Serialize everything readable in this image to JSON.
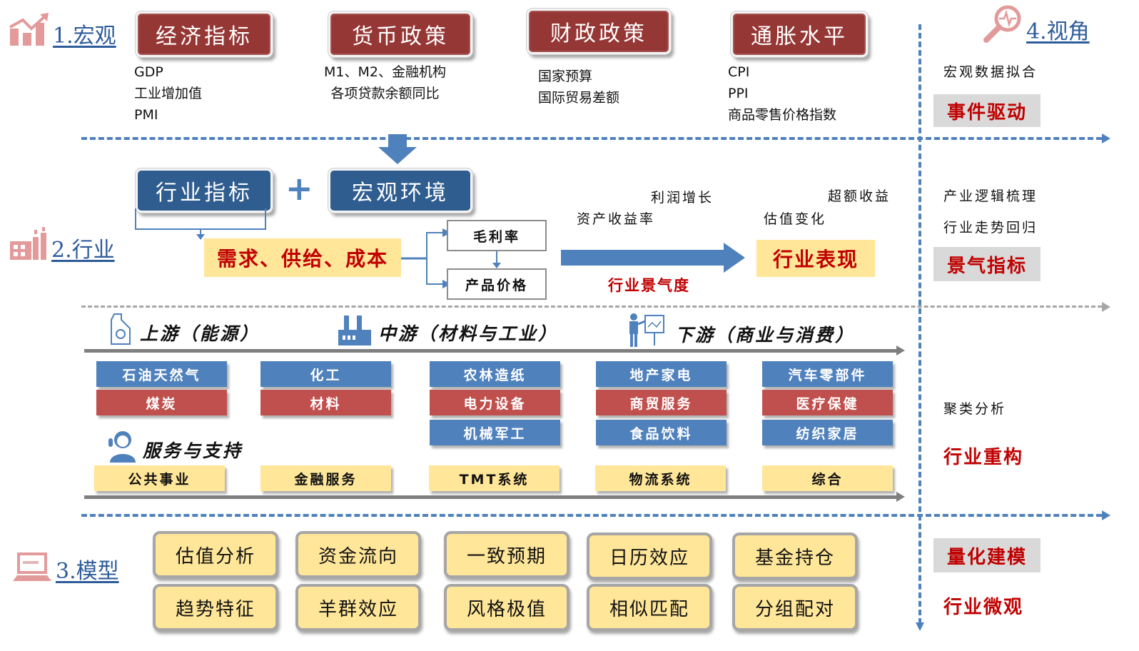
{
  "sections": {
    "macro": "1.宏观",
    "industry": "2.行业",
    "model": "3.模型",
    "perspective": "4.视角"
  },
  "macro_categories": [
    {
      "title": "经济指标",
      "items": [
        "GDP",
        "工业增加值",
        "PMI"
      ]
    },
    {
      "title": "货币政策",
      "items": [
        "M1、M2、金融机构",
        "各项贷款余额同比"
      ]
    },
    {
      "title": "财政政策",
      "items": [
        "国家预算",
        "国际贸易差额"
      ]
    },
    {
      "title": "通胀水平",
      "items": [
        "CPI",
        "PPI",
        "商品零售价格指数"
      ]
    }
  ],
  "industry_flow": {
    "input_left": "行业指标",
    "plus": "+",
    "input_right": "宏观环境",
    "drivers": "需求、供给、成本",
    "metric_top": "毛利率",
    "metric_bottom": "产品价格",
    "label_roa": "资产收益率",
    "label_profit": "利润增长",
    "label_valuation": "估值变化",
    "label_excess": "超额收益",
    "arrow_caption": "行业景气度",
    "outcome": "行业表现"
  },
  "chain": {
    "upstream": "上游（能源）",
    "midstream": "中游（材料与工业）",
    "downstream": "下游（商业与消费）",
    "services": "服务与支持",
    "columns": [
      [
        {
          "label": "石油天然气",
          "color": "blue"
        },
        {
          "label": "煤炭",
          "color": "red"
        }
      ],
      [
        {
          "label": "化工",
          "color": "blue"
        },
        {
          "label": "材料",
          "color": "red"
        }
      ],
      [
        {
          "label": "农林造纸",
          "color": "blue"
        },
        {
          "label": "电力设备",
          "color": "red"
        },
        {
          "label": "机械军工",
          "color": "blue"
        }
      ],
      [
        {
          "label": "地产家电",
          "color": "blue"
        },
        {
          "label": "商贸服务",
          "color": "red"
        },
        {
          "label": "食品饮料",
          "color": "blue"
        }
      ],
      [
        {
          "label": "汽车零部件",
          "color": "blue"
        },
        {
          "label": "医疗保健",
          "color": "red"
        },
        {
          "label": "纺织家居",
          "color": "blue"
        }
      ]
    ],
    "service_items": [
      "公共事业",
      "金融服务",
      "TMT系统",
      "物流系统",
      "综合"
    ]
  },
  "models": {
    "row1": [
      "估值分析",
      "资金流向",
      "一致预期",
      "日历效应",
      "基金持仓"
    ],
    "row2": [
      "趋势特征",
      "羊群效应",
      "风格极值",
      "相似匹配",
      "分组配对"
    ]
  },
  "perspective": {
    "macro_note": "宏观数据拟合",
    "macro_tag": "事件驱动",
    "industry_note1": "产业逻辑梳理",
    "industry_note2": "行业走势回归",
    "industry_tag": "景气指标",
    "chain_note": "聚类分析",
    "chain_tag": "行业重构",
    "model_tag": "量化建模",
    "model_note": "行业微观"
  },
  "colors": {
    "blue_accent": "#4f81bd",
    "dark_red": "#953735",
    "dark_blue": "#2f5d8f",
    "red_text": "#c00000",
    "yellow_fill": "#ffe699",
    "grey_tag": "#d9d9d9"
  }
}
